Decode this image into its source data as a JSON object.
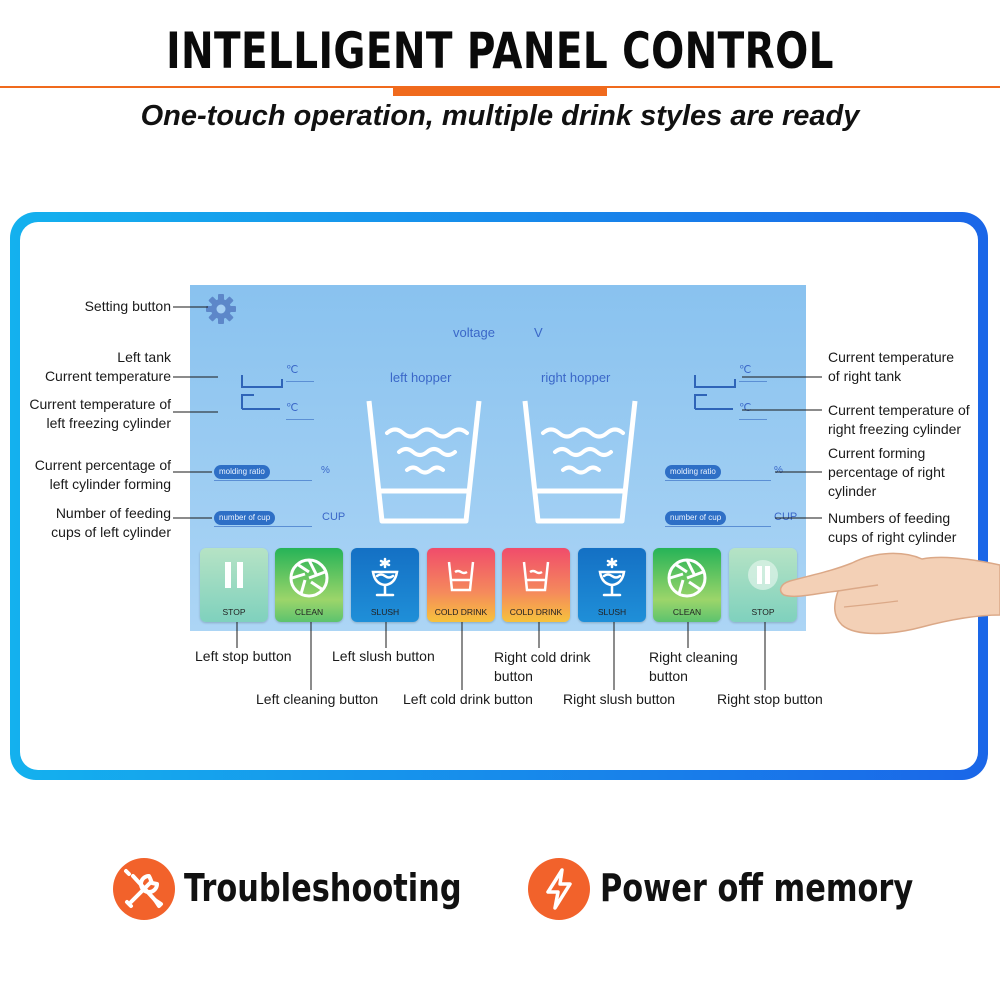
{
  "header": {
    "title": "INTELLIGENT PANEL CONTROL",
    "subtitle": "One-touch operation, multiple drink styles are ready"
  },
  "screen": {
    "voltage_label": "voltage",
    "voltage_unit": "V",
    "left_hopper_label": "left hopper",
    "right_hopper_label": "right hopper",
    "temp_unit": "℃",
    "molding_ratio_label": "molding ratio",
    "percent_unit": "%",
    "number_of_cup_label": "number of cup",
    "cup_unit": "CUP",
    "buttons": [
      {
        "label": "STOP",
        "icon": "pause-icon"
      },
      {
        "label": "CLEAN",
        "icon": "aperture-icon"
      },
      {
        "label": "SLUSH",
        "icon": "slush-glass-icon"
      },
      {
        "label": "COLD DRINK",
        "icon": "cup-icon"
      },
      {
        "label": "COLD DRINK",
        "icon": "cup-icon"
      },
      {
        "label": "SLUSH",
        "icon": "slush-glass-icon"
      },
      {
        "label": "CLEAN",
        "icon": "aperture-icon"
      },
      {
        "label": "STOP",
        "icon": "pause-icon"
      }
    ]
  },
  "annotations": {
    "setting_button": "Setting button",
    "left_tank_1": "Left tank",
    "left_tank_2": "Current temperature",
    "left_freezing_1": "Current temperature of",
    "left_freezing_2": "left freezing cylinder",
    "left_forming_1": "Current percentage of",
    "left_forming_2": "left cylinder forming",
    "left_cups_1": "Number of feeding",
    "left_cups_2": "cups of left cylinder",
    "right_tank_1": "Current temperature",
    "right_tank_2": "of right tank",
    "right_freezing_1": "Current temperature of",
    "right_freezing_2": "right freezing cylinder",
    "right_forming_1": "Current forming",
    "right_forming_2": "percentage of right",
    "right_forming_3": "cylinder",
    "right_cups_1": "Numbers of feeding",
    "right_cups_2": "cups of right cylinder",
    "left_stop": "Left stop button",
    "left_clean": "Left cleaning button",
    "left_slush": "Left slush button",
    "left_cold": "Left cold drink button",
    "right_cold_1": "Right cold drink",
    "right_cold_2": "button",
    "right_slush": "Right slush button",
    "right_clean_1": "Right cleaning",
    "right_clean_2": "button",
    "right_stop": "Right stop button"
  },
  "features": [
    {
      "label": "Troubleshooting",
      "icon": "wrench-screwdriver-icon"
    },
    {
      "label": "Power off memory",
      "icon": "lightning-bolt-icon"
    }
  ],
  "colors": {
    "accent_orange": "#f06a1d",
    "frame_blue": "#1a7fe8",
    "screen_blue": "#9ccbf2"
  }
}
